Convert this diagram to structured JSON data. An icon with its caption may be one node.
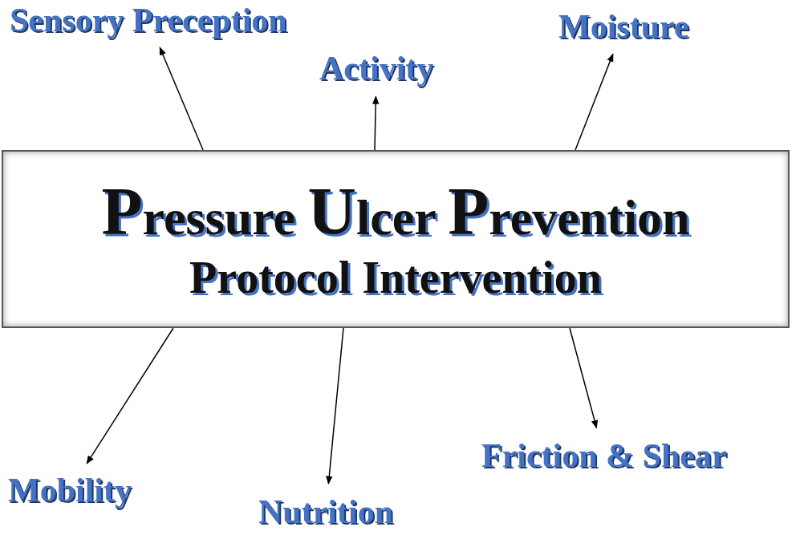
{
  "diagram": {
    "nodes": [
      {
        "text": [
          "Pressure Ulcer Prevention",
          "Protocol Intervention"
        ]
      },
      {
        "text": [
          "Sensory Preception"
        ]
      },
      {
        "text": [
          "Activity"
        ]
      },
      {
        "text": [
          "Moisture"
        ]
      },
      {
        "text": [
          "Mobility"
        ]
      },
      {
        "text": [
          "Nutrition"
        ]
      },
      {
        "text": [
          "Friction & Shear"
        ]
      }
    ],
    "edges": [
      {
        "from": 0,
        "to": 1,
        "arrow": "to"
      },
      {
        "from": 0,
        "to": 2,
        "arrow": "to"
      },
      {
        "from": 0,
        "to": 3,
        "arrow": "to"
      },
      {
        "from": 0,
        "to": 4,
        "arrow": "to"
      },
      {
        "from": 0,
        "to": 5,
        "arrow": "to"
      },
      {
        "from": 0,
        "to": 6,
        "arrow": "to"
      }
    ]
  }
}
